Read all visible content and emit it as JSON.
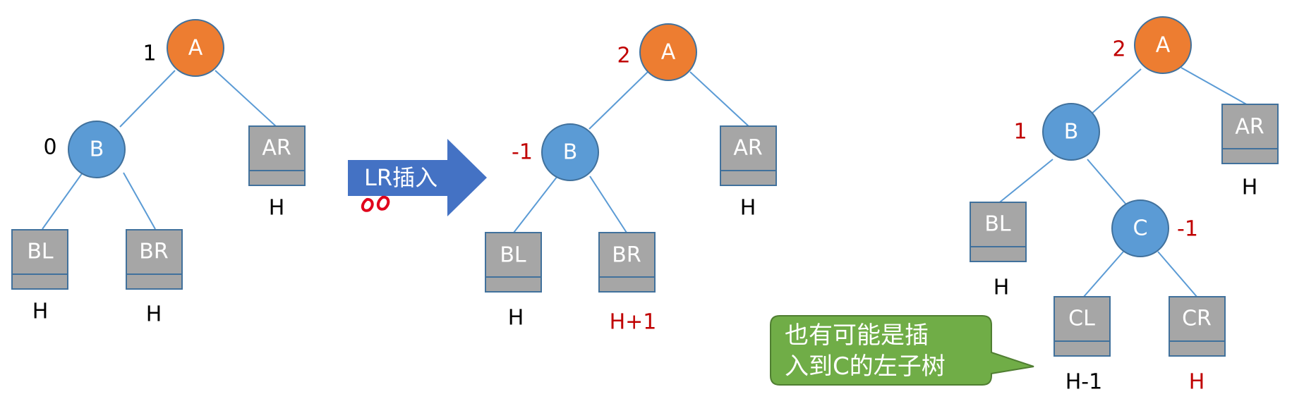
{
  "colors": {
    "root_node": "#ed7d31",
    "node": "#5b9bd5",
    "subtree_box": "#a6a6a6",
    "edge": "#5b9bd5",
    "label_black": "#000000",
    "label_red": "#c00000",
    "arrow": "#4472c4",
    "callout": "#70ad47",
    "scribble": "#e0001b"
  },
  "tree1": {
    "A": "A",
    "B": "B",
    "AR": "AR",
    "BL": "BL",
    "BR": "BR",
    "bf_A": "1",
    "bf_B": "0",
    "h_AR": "H",
    "h_BL": "H",
    "h_BR": "H"
  },
  "arrow": {
    "label": "LR插入",
    "icon": "right-arrow-icon"
  },
  "tree2": {
    "A": "A",
    "B": "B",
    "AR": "AR",
    "BL": "BL",
    "BR": "BR",
    "bf_A": "2",
    "bf_B": "-1",
    "h_AR": "H",
    "h_BL": "H",
    "h_BR": "H+1"
  },
  "tree3": {
    "A": "A",
    "B": "B",
    "C": "C",
    "AR": "AR",
    "BL": "BL",
    "CL": "CL",
    "CR": "CR",
    "bf_A": "2",
    "bf_B": "1",
    "bf_C": "-1",
    "h_AR": "H",
    "h_BL": "H",
    "h_CL": "H-1",
    "h_CR": "H"
  },
  "callout": {
    "line1": "也有可能是插",
    "line2": "入到C的左子树"
  }
}
